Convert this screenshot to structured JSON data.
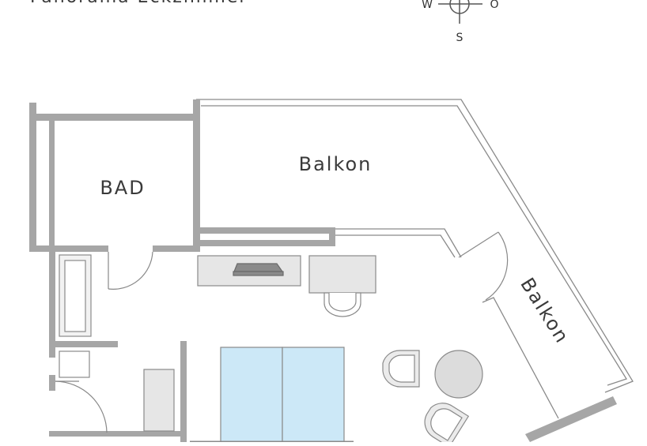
{
  "plan": {
    "title": "Panorama Eckzimmer",
    "compass": {
      "west": "W",
      "east": "O",
      "south": "S"
    },
    "rooms": {
      "bad": "BAD",
      "balkon_top": "Balkon",
      "balkon_right": "Balkon"
    },
    "colors": {
      "wall": "#a6a6a6",
      "furniture_fill": "#e6e6e6",
      "bed_fill": "#cce8f7",
      "text": "#3a3a3a"
    }
  }
}
